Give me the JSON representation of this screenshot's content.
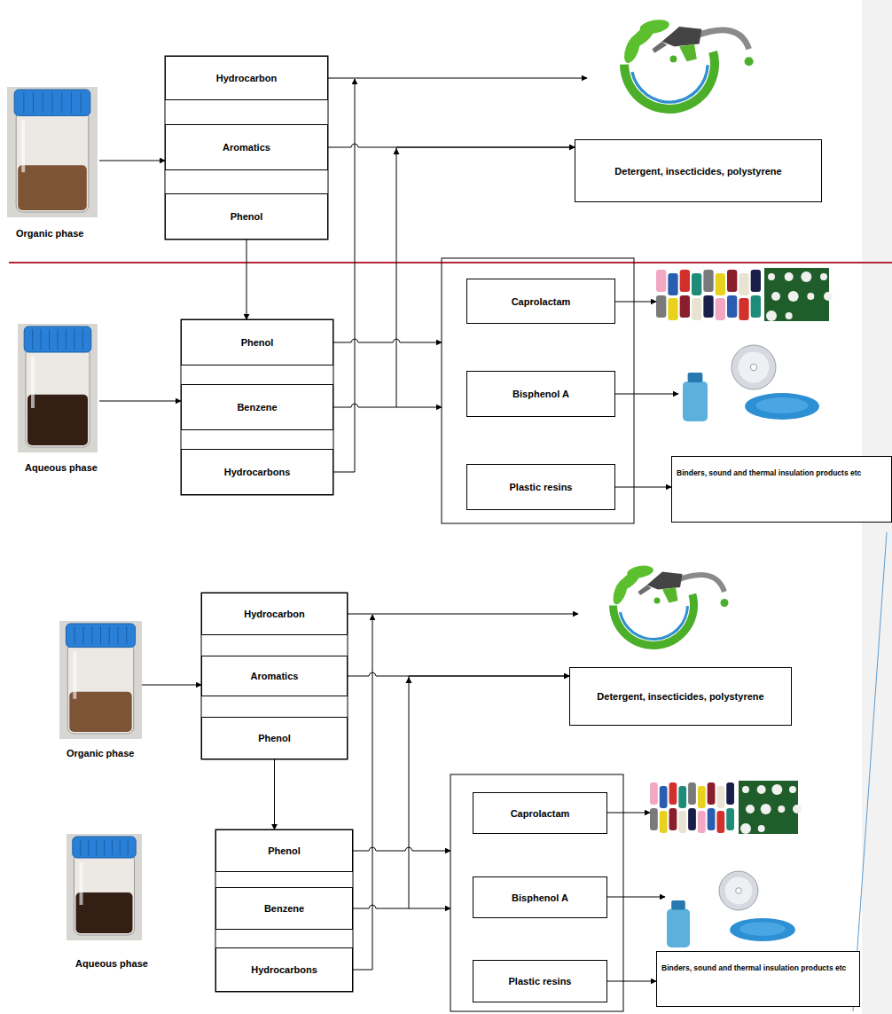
{
  "diagram": {
    "nodes": [
      {
        "text": [
          "Hydrocarbon"
        ]
      },
      {
        "text": [
          "Aromatics"
        ]
      },
      {
        "text": [
          "Phenol"
        ]
      },
      {
        "text": [
          "Detergent, insecticides,  polystyrene"
        ]
      },
      {
        "text": [
          "Phenol"
        ]
      },
      {
        "text": [
          "Benzene"
        ]
      },
      {
        "text": [
          "Hydrocarbons"
        ]
      },
      {
        "text": [
          "Caprolactam"
        ]
      },
      {
        "text": [
          "Bisphenol A"
        ]
      },
      {
        "text": [
          "Plastic resins"
        ]
      },
      {
        "text": [
          "Binders, sound and thermal insulation products etc"
        ]
      },
      {
        "text": [
          "Hydrocarbon"
        ]
      },
      {
        "text": [
          "Aromatics"
        ]
      },
      {
        "text": [
          "Phenol"
        ]
      },
      {
        "text": [
          "Detergent, insecticides,  polystyrene"
        ]
      },
      {
        "text": [
          "Phenol"
        ]
      },
      {
        "text": [
          "Benzene"
        ]
      },
      {
        "text": [
          "Hydrocarbons"
        ]
      },
      {
        "text": [
          "Caprolactam"
        ]
      },
      {
        "text": [
          "Bisphenol A"
        ]
      },
      {
        "text": [
          "Plastic resins"
        ]
      },
      {
        "text": [
          "Binders, sound and thermal insulation products etc"
        ]
      }
    ],
    "edges": [
      {
        "from": 1,
        "to": 3,
        "arrow": "to"
      },
      {
        "from": 5,
        "to": 3,
        "arrow": "to"
      },
      {
        "from": 2,
        "to": 4,
        "arrow": "to"
      },
      {
        "from": 9,
        "to": 10,
        "arrow": "to"
      },
      {
        "from": 12,
        "to": 14,
        "arrow": "to"
      },
      {
        "from": 16,
        "to": 14,
        "arrow": "to"
      },
      {
        "from": 13,
        "to": 15,
        "arrow": "to"
      },
      {
        "from": 20,
        "to": 21,
        "arrow": "to"
      }
    ],
    "labels": [
      "Organic phase",
      "Aqueous phase",
      "Organic phase",
      "Aqueous phase"
    ]
  }
}
